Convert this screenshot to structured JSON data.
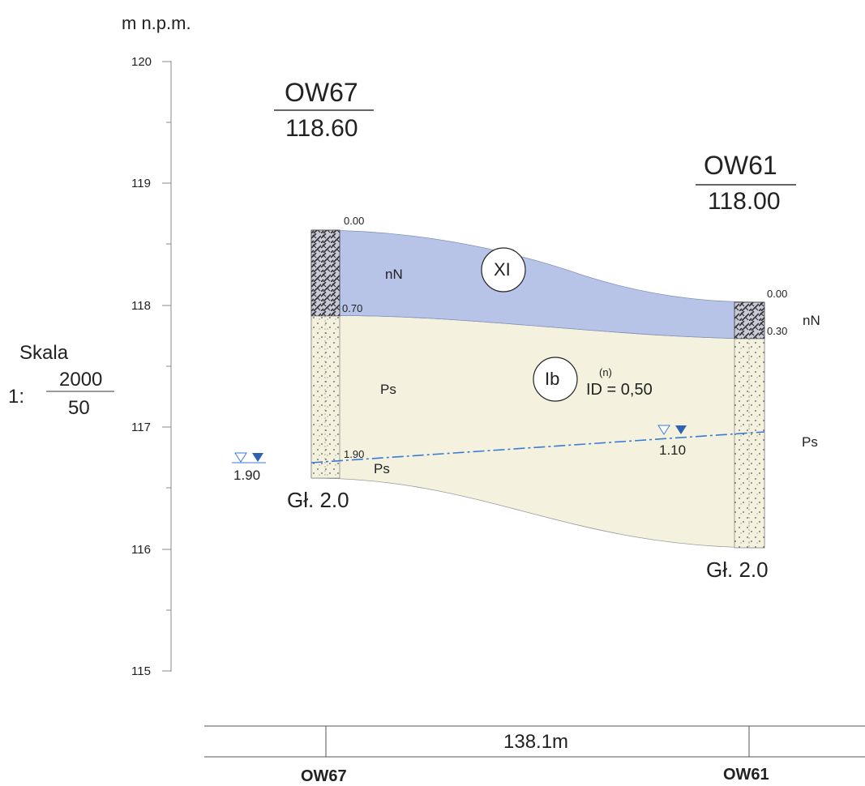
{
  "y_axis": {
    "unit_label": "m n.p.m.",
    "ticks": [
      "120",
      "119",
      "118",
      "117",
      "116",
      "115"
    ]
  },
  "scale": {
    "label": "Skala",
    "prefix": "1:",
    "numerator": "2000",
    "denominator": "50"
  },
  "boreholes": [
    {
      "name": "OW67",
      "elevation": "118.60",
      "depth_top": "0.00",
      "depth_layer": "0.70",
      "water_depth": "1.90",
      "water_depth_side": "1.90",
      "soil_top": "nN",
      "soil_mid": "Ps",
      "soil_bottom": "Ps",
      "total_depth": "Gł. 2.0"
    },
    {
      "name": "OW61",
      "elevation": "118.00",
      "depth_top": "0.00",
      "depth_layer": "0.30",
      "water_depth": "1.10",
      "soil_top": "nN",
      "soil_mid": "Ps",
      "total_depth": "Gł. 2.0"
    }
  ],
  "layers": {
    "upper": {
      "id": "XI",
      "color": "#b7c4e8"
    },
    "lower": {
      "id": "Ib",
      "color": "#f4f2df",
      "annotation_sup": "(n)",
      "annotation": "ID = 0,50"
    }
  },
  "groundwater": {
    "color": "#3a7bd5"
  },
  "distance": {
    "label": "138.1m",
    "from": "OW67",
    "to": "OW61"
  }
}
